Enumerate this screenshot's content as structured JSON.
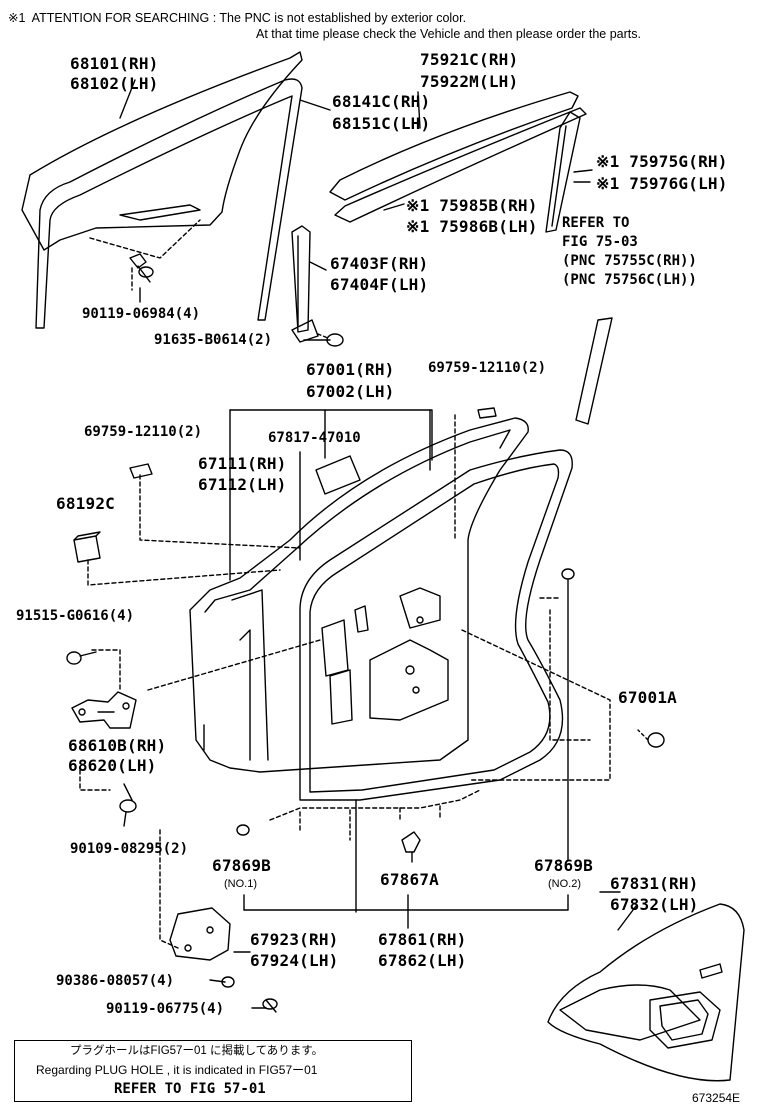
{
  "attention": {
    "line1": "※1  ATTENTION FOR SEARCHING : The PNC is not established by exterior color.",
    "line2": "At that time please check the Vehicle and then please order the parts."
  },
  "parts": {
    "p68101": "68101(RH)",
    "p68102": "68102(LH)",
    "p68141": "68141C(RH)",
    "p68151": "68151C(LH)",
    "p75921": "75921C(RH)",
    "p75922": "75922M(LH)",
    "p75975": "※1 75975G(RH)",
    "p75976": "※1 75976G(LH)",
    "p75985": "※1 75985B(RH)",
    "p75986": "※1 75986B(LH)",
    "refer1": "REFER TO",
    "refer2": "FIG 75-03",
    "refer3": "(PNC 75755C(RH))",
    "refer4": "(PNC 75756C(LH))",
    "p67403": "67403F(RH)",
    "p67404": "67404F(LH)",
    "p90119a": "90119-06984(4)",
    "p91635": "91635-B0614(2)",
    "p67001": "67001(RH)",
    "p67002": "67002(LH)",
    "p69759a": "69759-12110(2)",
    "p69759b": "69759-12110(2)",
    "p67817": "67817-47010",
    "p67111": "67111(RH)",
    "p67112": "67112(LH)",
    "p68192": "68192C",
    "p91515": "91515-G0616(4)",
    "p67001A": "67001A",
    "p68610": "68610B(RH)",
    "p68620": "68620(LH)",
    "p90109": "90109-08295(2)",
    "p67869a": "67869B",
    "no1": "(NO.1)",
    "p67867": "67867A",
    "p67869b": "67869B",
    "no2": "(NO.2)",
    "p67831": "67831(RH)",
    "p67832": "67832(LH)",
    "p67923": "67923(RH)",
    "p67924": "67924(LH)",
    "p67861": "67861(RH)",
    "p67862": "67862(LH)",
    "p90386": "90386-08057(4)",
    "p90119b": "90119-06775(4)"
  },
  "plug_note": {
    "jp": "プラグホールはFIG57ー01 に掲載してあります。",
    "en": "Regarding PLUG HOLE , it is indicated in FIG57ー01",
    "refer": "REFER TO FIG 57-01"
  },
  "figure_id": "673254E"
}
